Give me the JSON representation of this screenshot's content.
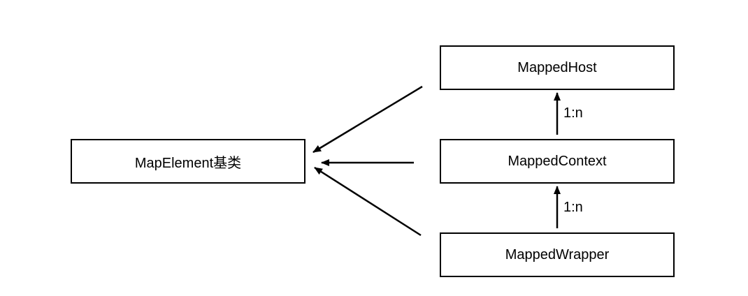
{
  "diagram": {
    "nodes": {
      "base": "MapElement基类",
      "host": "MappedHost",
      "context": "MappedContext",
      "wrapper": "MappedWrapper"
    },
    "edge_labels": {
      "context_to_host": "1:n",
      "wrapper_to_context": "1:n"
    },
    "colors": {
      "stroke": "#000000",
      "background": "#ffffff"
    }
  }
}
